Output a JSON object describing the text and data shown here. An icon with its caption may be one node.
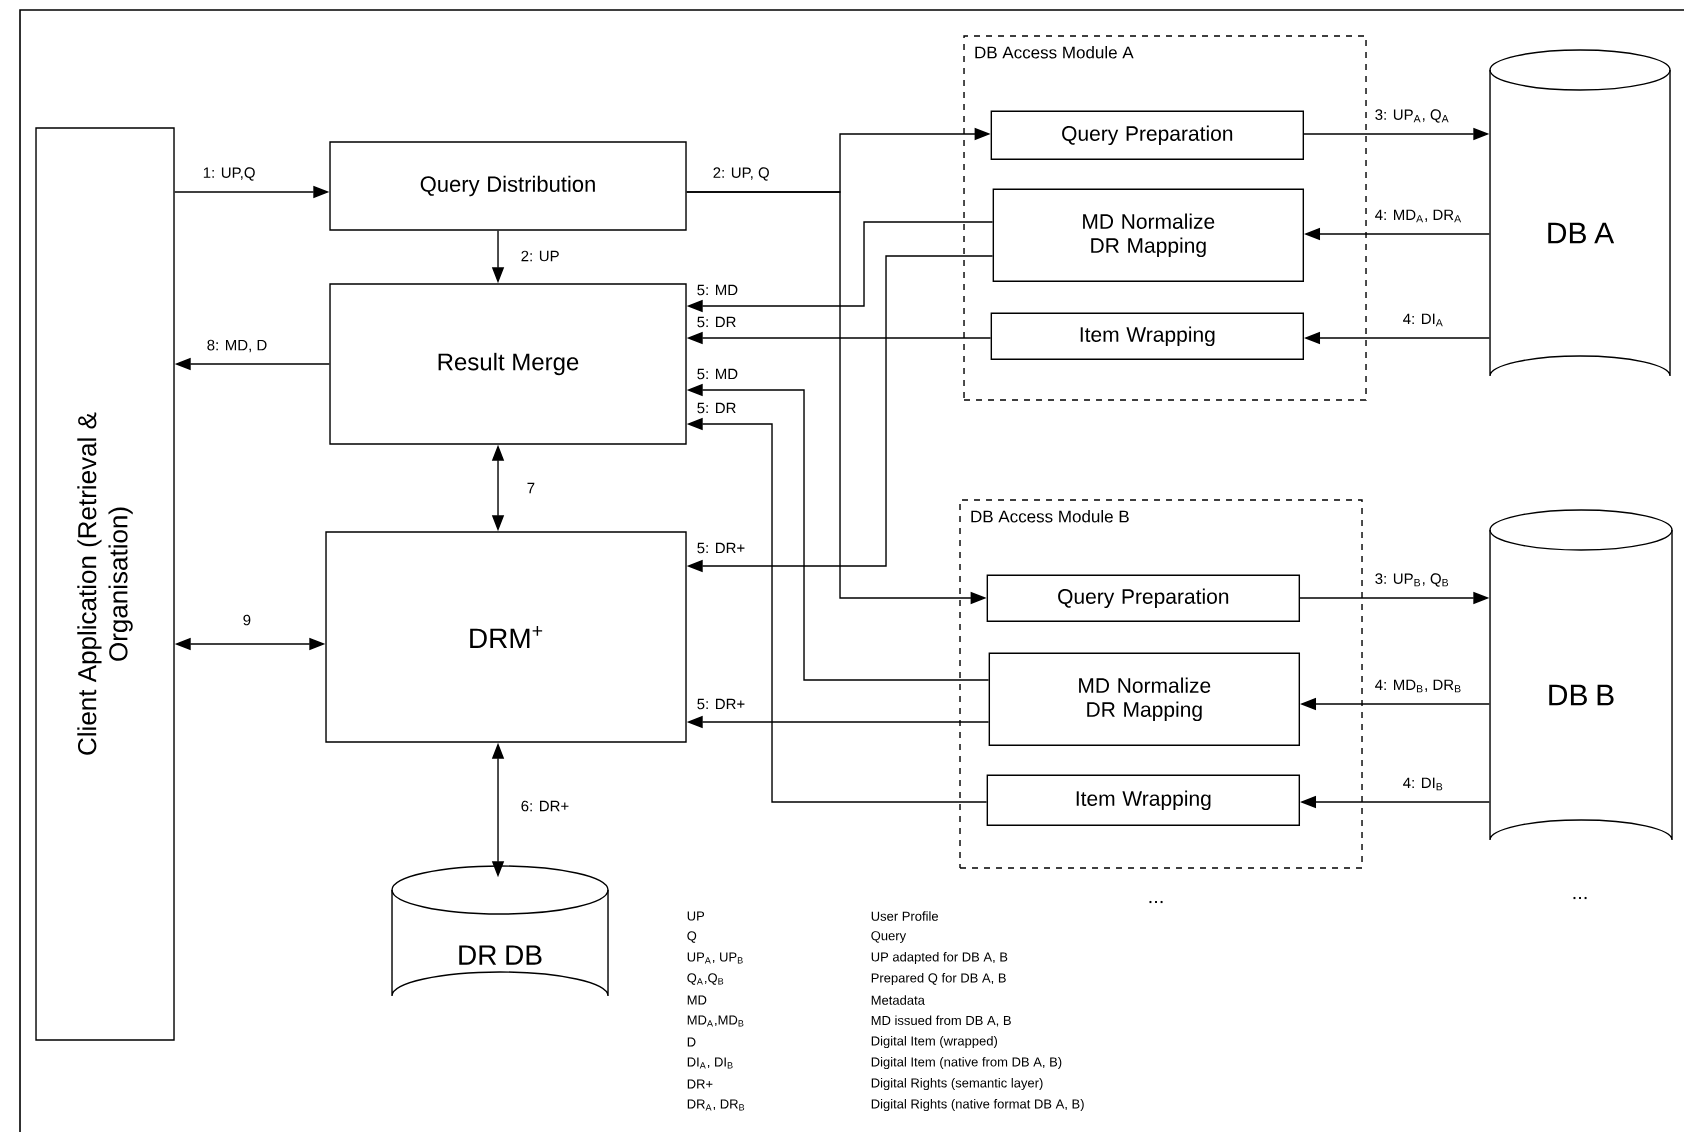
{
  "diagram": {
    "nodes": [
      {
        "text": [
          "Client Application (Retrieval & Organisation)"
        ]
      },
      {
        "text": [
          "Query Distribution"
        ]
      },
      {
        "text": [
          "Result Merge"
        ]
      },
      {
        "text": [
          "DRM$^{+}$"
        ]
      },
      {
        "text": [
          "DR DB"
        ]
      },
      {
        "text": [
          "DB Access Module A"
        ]
      },
      {
        "text": [
          "Query Preparation"
        ],
        "in": 5
      },
      {
        "text": [
          "MD Normalize DR Mapping"
        ],
        "in": 5
      },
      {
        "text": [
          "Item Wrapping"
        ],
        "in": 5
      },
      {
        "text": [
          "DB A"
        ]
      },
      {
        "text": [
          "DB Access Module B"
        ]
      },
      {
        "text": [
          "Query Preparation"
        ],
        "in": 10
      },
      {
        "text": [
          "MD Normalize DR Mapping"
        ],
        "in": 10
      },
      {
        "text": [
          "Item Wrapping"
        ],
        "in": 10
      },
      {
        "text": [
          "DB B"
        ]
      }
    ],
    "edges": [
      {
        "from": 0,
        "to": 1,
        "arrow": "to",
        "label": "1: UP,Q"
      },
      {
        "from": 1,
        "to": 6,
        "arrow": "to",
        "label": "2: UP, Q"
      },
      {
        "from": 1,
        "to": 11,
        "arrow": "to"
      },
      {
        "from": 1,
        "to": 2,
        "arrow": "to",
        "label": "2: UP"
      },
      {
        "from": 7,
        "to": 2,
        "arrow": "to",
        "label": "5: MD"
      },
      {
        "from": 8,
        "to": 2,
        "arrow": "to",
        "label": "5: DR"
      },
      {
        "from": 12,
        "to": 2,
        "arrow": "to",
        "label": "5: MD"
      },
      {
        "from": 13,
        "to": 2,
        "arrow": "to",
        "label": "5: DR"
      },
      {
        "from": 7,
        "to": 3,
        "arrow": "to",
        "label": "5: DR+"
      },
      {
        "from": 12,
        "to": 3,
        "arrow": "to",
        "label": "5: DR+"
      },
      {
        "from": 2,
        "to": 3,
        "arrow": "both",
        "label": "7"
      },
      {
        "from": 0,
        "to": 3,
        "arrow": "both",
        "label": "9"
      },
      {
        "from": 3,
        "to": 4,
        "arrow": "both",
        "label": "6: DR+"
      },
      {
        "from": 2,
        "to": 0,
        "arrow": "to",
        "label": "8: MD, D"
      },
      {
        "from": 6,
        "to": 9,
        "arrow": "to",
        "label": "3: UP$_{A}$, Q$_{A}$"
      },
      {
        "from": 9,
        "to": 7,
        "arrow": "to",
        "label": "4: MD$_{A}$, DR$_{A}$"
      },
      {
        "from": 9,
        "to": 8,
        "arrow": "to",
        "label": "4: DI$_{A}$"
      },
      {
        "from": 11,
        "to": 14,
        "arrow": "to",
        "label": "3: UP$_{B}$, Q$_{B}$"
      },
      {
        "from": 14,
        "to": 12,
        "arrow": "to",
        "label": "4: MD$_{B}$, DR$_{B}$"
      },
      {
        "from": 14,
        "to": 13,
        "arrow": "to",
        "label": "4: DI$_{B}$"
      }
    ],
    "labels": [
      "UP",
      "User Profile",
      "Q",
      "Query",
      "UP$_{A}$, UP$_{B}$",
      "UP adapted for DB A, B",
      "Q$_{A}$,Q$_{B}$",
      "Prepared Q for DB A, B",
      "MD",
      "Metadata",
      "MD$_{A}$,MD$_{B}$",
      "MD issued from DB A, B",
      "D",
      "Digital Item (wrapped)",
      "DI$_{A}$, DI$_{B}$",
      "Digital Item (native from DB A, B)",
      "DR+",
      "Digital Rights (semantic layer)",
      "DR$_{A}$, DR$_{B}$",
      "Digital Rights (native format DB A, B)",
      "...",
      "..."
    ]
  }
}
